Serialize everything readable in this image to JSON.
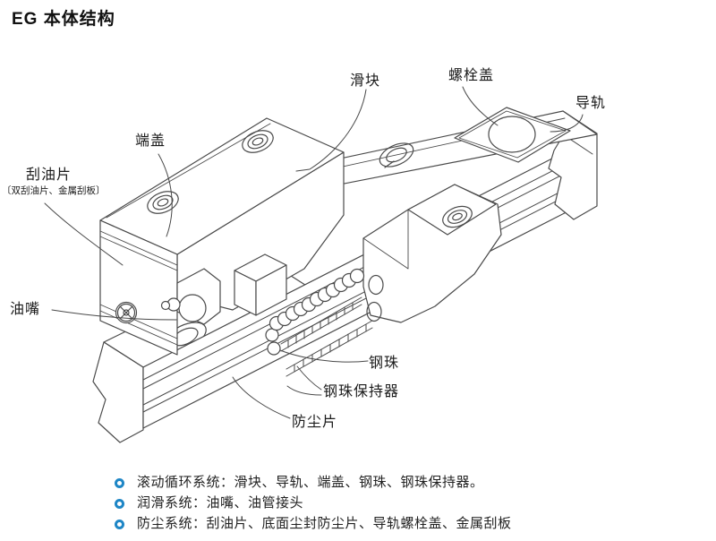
{
  "page": {
    "title": "EG 本体结构",
    "background": "#ffffff"
  },
  "diagram": {
    "description": "isometric cutaway line drawing of EG linear motion guide block on rail",
    "line_color": "#4a4a4a",
    "labels": [
      {
        "id": "slider",
        "text": "滑块"
      },
      {
        "id": "bolt-cover",
        "text": "螺栓盖"
      },
      {
        "id": "rail",
        "text": "导轨"
      },
      {
        "id": "end-cap",
        "text": "端盖"
      },
      {
        "id": "oil-scraper",
        "text": "刮油片",
        "subtext": "〔双刮油片、金属刮板〕"
      },
      {
        "id": "grease-nipple",
        "text": "油嘴"
      },
      {
        "id": "steel-ball",
        "text": "钢珠"
      },
      {
        "id": "ball-retainer",
        "text": "钢珠保持器"
      },
      {
        "id": "dust-seal",
        "text": "防尘片"
      }
    ]
  },
  "notes": {
    "bullet_color": "#1e86c6",
    "items": [
      "滚动循环系统：滑块、导轨、端盖、钢珠、钢珠保持器。",
      "润滑系统：油嘴、油管接头",
      "防尘系统：刮油片、底面尘封防尘片、导轨螺栓盖、金属刮板"
    ]
  }
}
